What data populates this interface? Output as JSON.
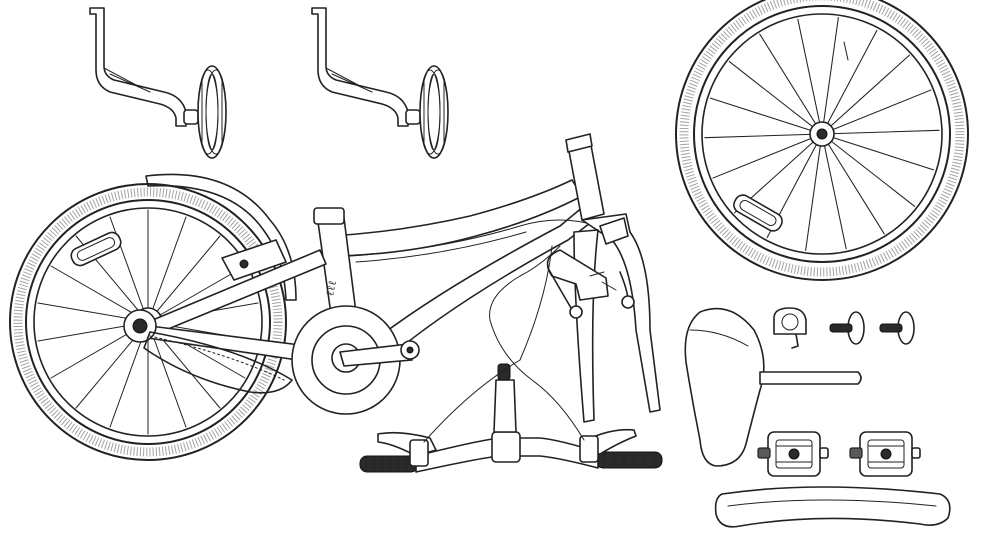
{
  "frame_decal": "ℓℓℓ",
  "line_color": "#222222",
  "background_color": "#ffffff",
  "parts": [
    "training-wheel-left",
    "training-wheel-right",
    "rear-wheel",
    "front-wheel",
    "frame",
    "fork",
    "handlebar",
    "saddle",
    "seat-post",
    "pedal-left",
    "pedal-right",
    "bell",
    "valve-cap-1",
    "valve-cap-2",
    "front-fender"
  ]
}
